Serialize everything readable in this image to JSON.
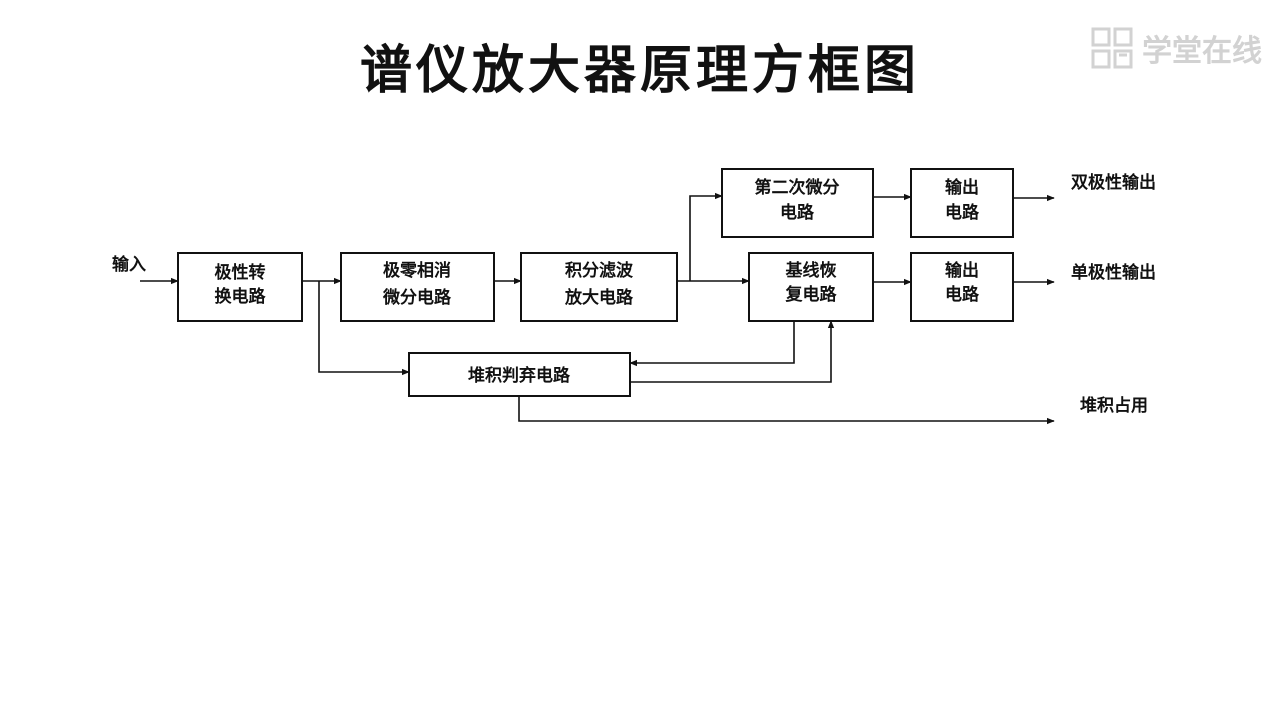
{
  "slide": {
    "title": "谱仪放大器原理方框图"
  },
  "watermark": {
    "text": "学堂在线",
    "logo_icon": "chinese-seal-logo-icon"
  },
  "diagram": {
    "input_label": "输入",
    "blocks": {
      "polarity_conversion": [
        "极性转",
        "换电路"
      ],
      "pole_zero_diff": [
        "极零相消",
        "微分电路"
      ],
      "integration_filter": [
        "积分滤波",
        "放大电路"
      ],
      "second_diff": [
        "第二次微分",
        "电路"
      ],
      "output_bipolar": [
        "输出",
        "电路"
      ],
      "baseline_restore": [
        "基线恢",
        "复电路"
      ],
      "output_unipolar": [
        "输出",
        "电路"
      ],
      "pileup_reject": [
        "堆积判弃电路"
      ]
    },
    "outputs": {
      "bipolar": "双极性输出",
      "unipolar": "单极性输出",
      "pileup": "堆积占用"
    }
  }
}
